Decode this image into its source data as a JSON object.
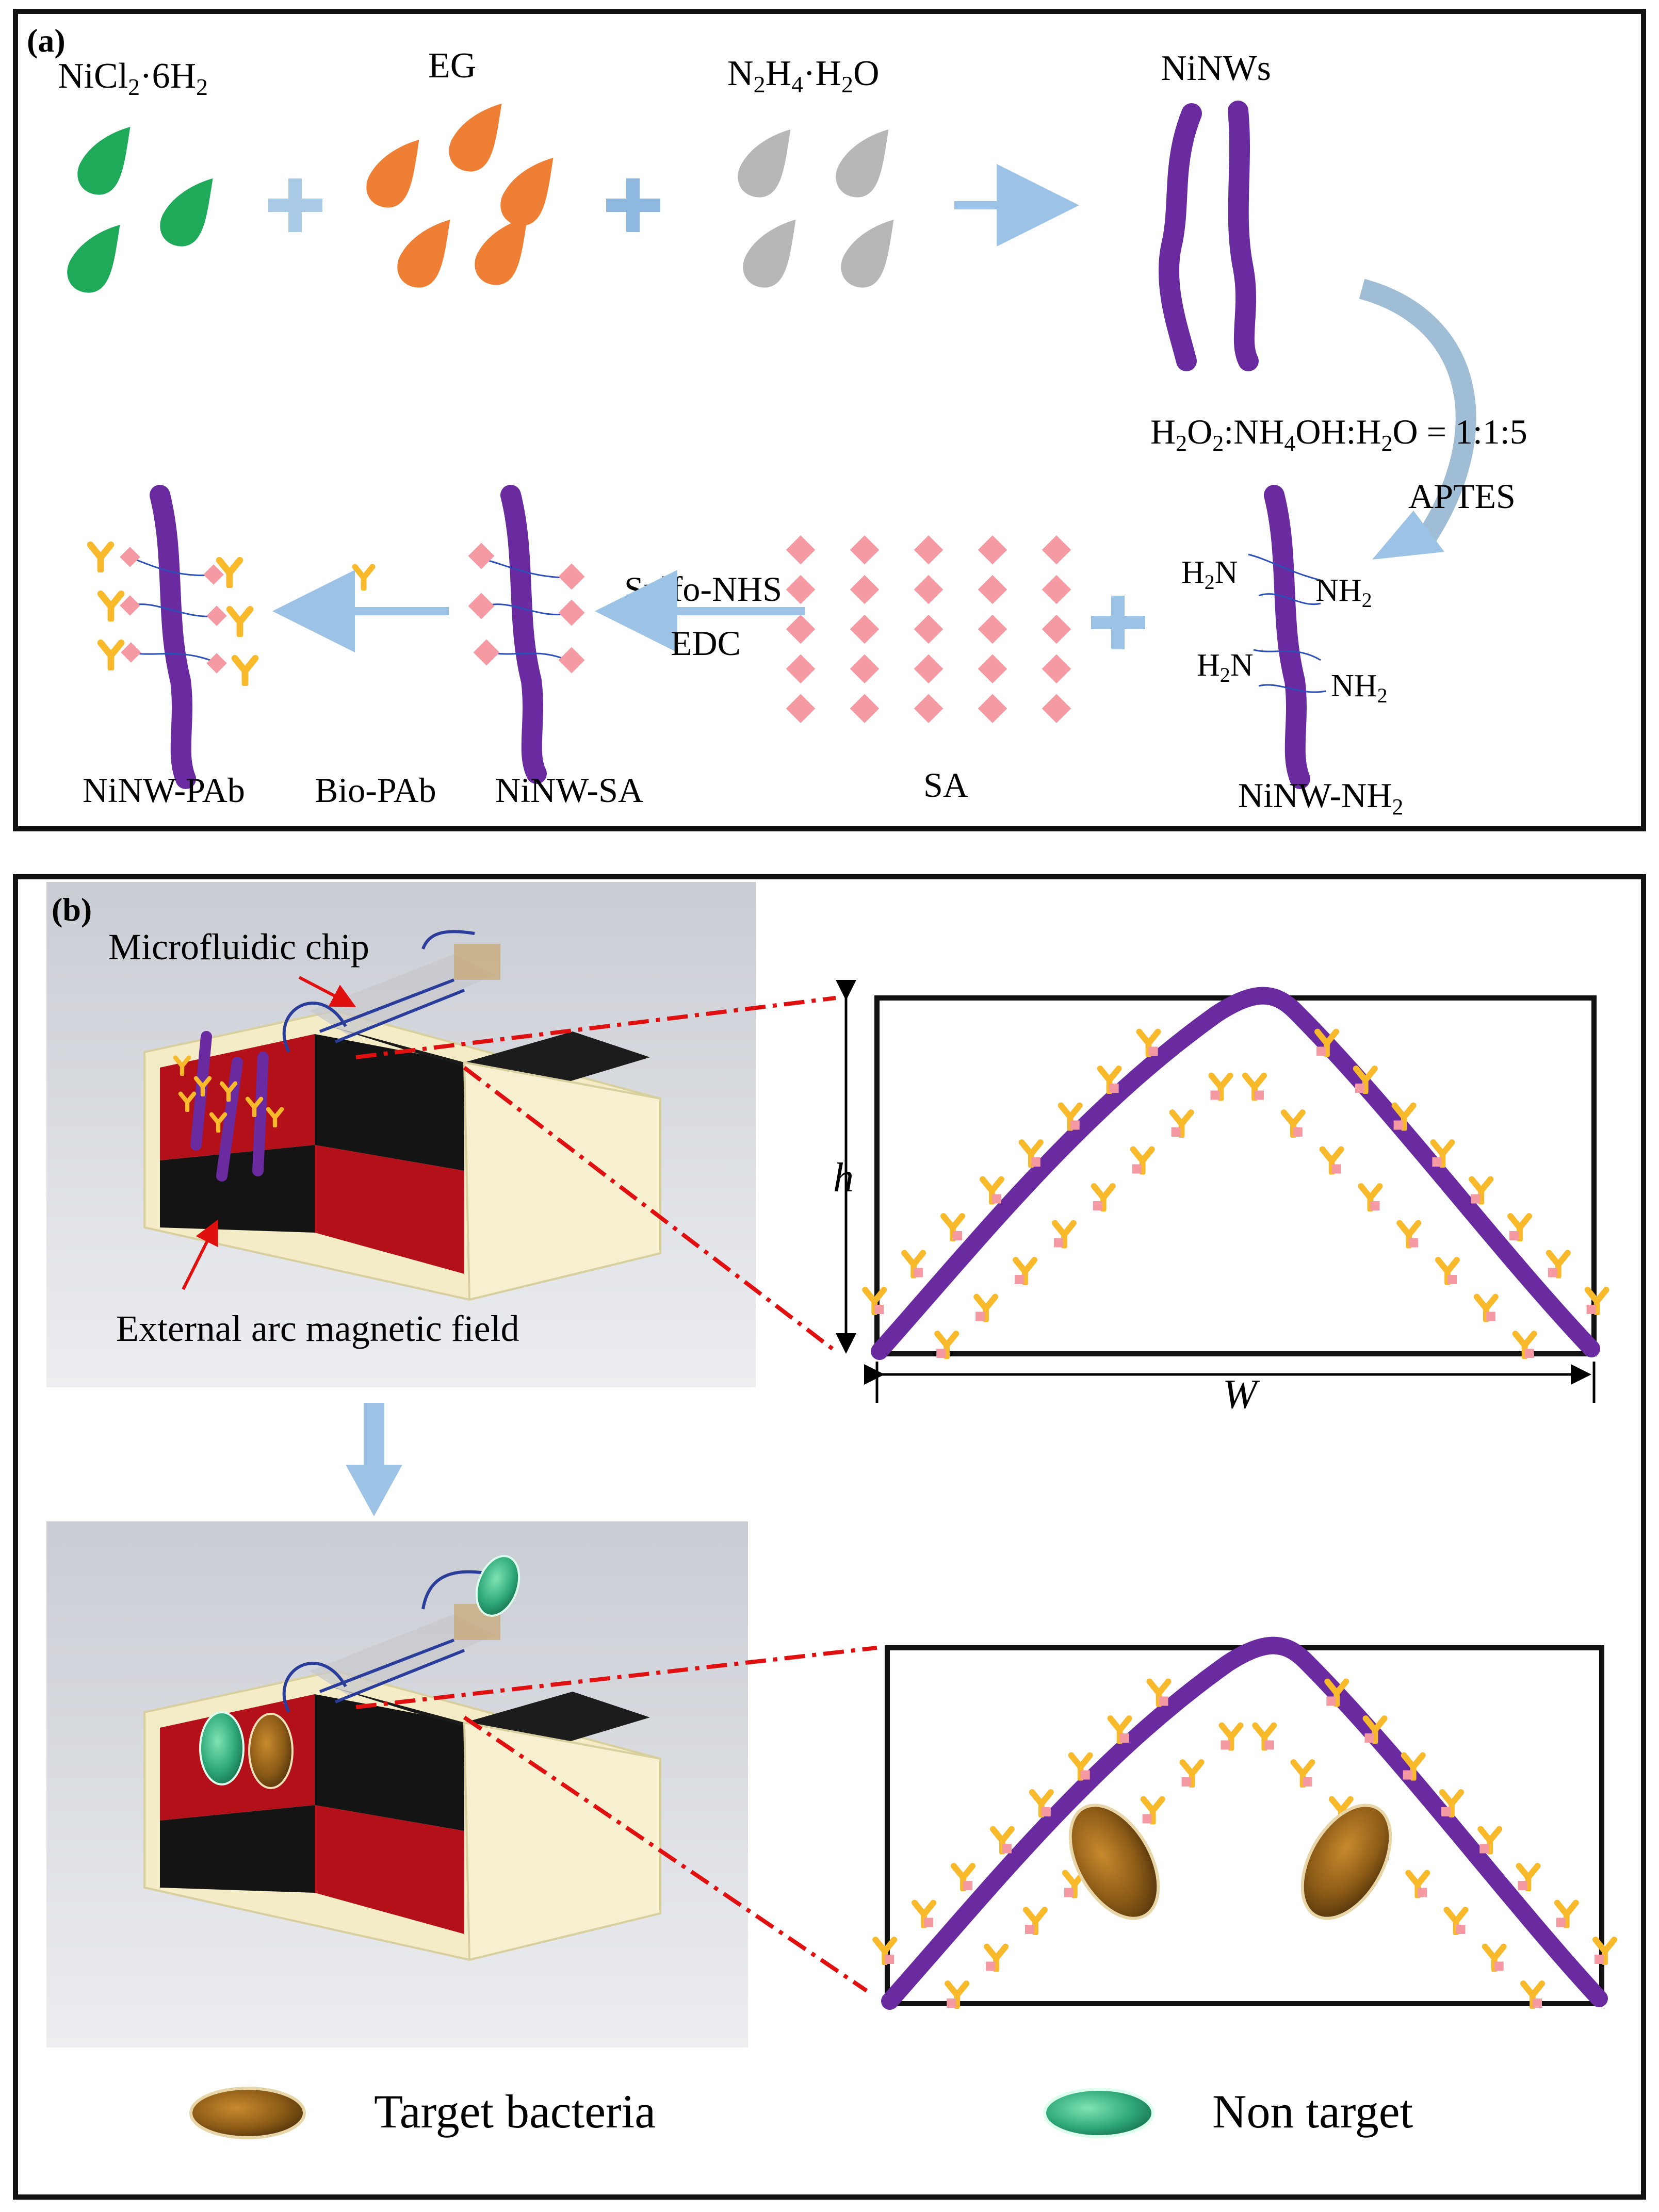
{
  "panel_a": {
    "label": "(a)",
    "reagents": {
      "nicl2": {
        "main": "NiCl",
        "sub1": "2",
        "mid": "·6H",
        "sub2": "2"
      },
      "eg": "EG",
      "hydrazine": {
        "n": "N",
        "s1": "2",
        "h": "H",
        "s2": "4",
        "rest": "·H",
        "s3": "2",
        "o": "O"
      }
    },
    "ninws": "NiNWs",
    "oxidation_condition": {
      "h2o2": "H",
      "s1": "2",
      "o": "O",
      "s2": "2",
      "mid": ":NH",
      "s3": "4",
      "oh": "OH:H",
      "s4": "2",
      "end": "O = 1:1:5"
    },
    "aptes": "APTES",
    "amine_groups": [
      {
        "a": "H",
        "s": "2",
        "b": "N"
      },
      {
        "a": "NH",
        "s": "2",
        "b": ""
      },
      {
        "a": "H",
        "s": "2",
        "b": "N"
      },
      {
        "a": "NH",
        "s": "2",
        "b": ""
      }
    ],
    "ninw_nh2": {
      "main": "NiNW-NH",
      "sub": "2"
    },
    "sa": "SA",
    "sulfo_nhs": "Sulfo-NHS",
    "edc": "EDC",
    "ninw_sa": "NiNW-SA",
    "bio_pab": "Bio-PAb",
    "ninw_pab": "NiNW-PAb"
  },
  "panel_b": {
    "label": "(b)",
    "microfluidic_chip": "Microfluidic chip",
    "external_field": "External arc magnetic field",
    "height_symbol": "h",
    "width_symbol": "W",
    "legend": {
      "target": "Target bacteria",
      "non_target": "Non target"
    }
  },
  "colors": {
    "nicl2_drop": "#1faa5a",
    "eg_drop": "#ee7f35",
    "hydrazine_drop": "#b5b5b5",
    "nanowire": "#6a2aa0",
    "arrow": "#9cc3e6",
    "sa": "#f59aa2",
    "antibody": "#f8b92b",
    "magnet_red": "#b3101a",
    "magnet_black": "#141414",
    "dashed_line": "#e01010"
  }
}
